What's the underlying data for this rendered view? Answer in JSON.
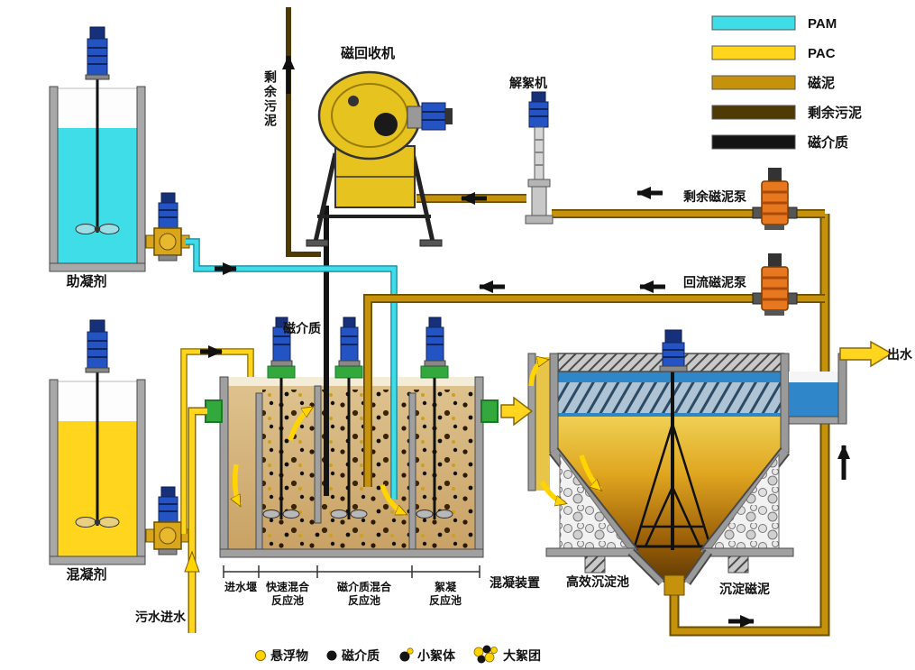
{
  "legend": {
    "items": [
      {
        "label": "PAM",
        "color": "#3EDDE8"
      },
      {
        "label": "PAC",
        "color": "#FFD51E"
      },
      {
        "label": "磁泥",
        "color": "#C6920B"
      },
      {
        "label": "剩余污泥",
        "color": "#4F3A06"
      },
      {
        "label": "磁介质",
        "color": "#141414"
      }
    ]
  },
  "equipment": {
    "coagulant_aid_tank": "助凝剂",
    "coagulant_tank": "混凝剂",
    "magnetic_recovery_machine": "磁回收机",
    "deflocculation_machine": "解絮机",
    "excess_magnetic_sludge_pump": "剩余磁泥泵",
    "return_magnetic_sludge_pump": "回流磁泥泵",
    "coagulation_device": "混凝装置",
    "sedimentation_tank": "高效沉淀池"
  },
  "streams": {
    "excess_sludge": "剩余污泥",
    "magnetic_media": "磁介质",
    "sewage_inlet": "污水进水",
    "effluent": "出水",
    "settled_magnetic_sludge": "沉淀磁泥"
  },
  "compartments": {
    "inlet_weir": "进水堰",
    "rapid_mix_line1": "快速混合",
    "rapid_mix_line2": "反应池",
    "media_mix_line1": "磁介质混合",
    "media_mix_line2": "反应池",
    "flocculation_line1": "絮凝",
    "flocculation_line2": "反应池"
  },
  "particle_legend": {
    "items": [
      {
        "label": "悬浮物"
      },
      {
        "label": "磁介质"
      },
      {
        "label": "小絮体"
      },
      {
        "label": "大絮团"
      }
    ]
  }
}
